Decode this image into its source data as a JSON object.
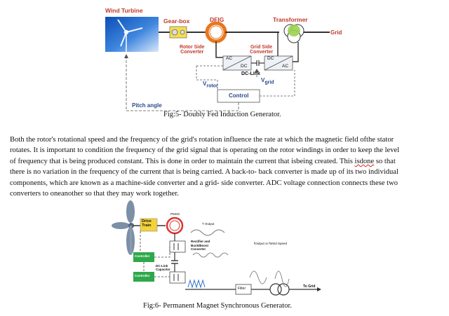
{
  "fig5": {
    "labels": {
      "wind_turbine": "Wind Turbine",
      "gearbox": "Gear-box",
      "dfig": "DFIG",
      "transformer": "Transformer",
      "grid": "Grid",
      "rotor_side_converter": [
        "Rotor Side",
        "Converter"
      ],
      "grid_side_converter": [
        "Grid Side",
        "Converter"
      ],
      "ac": "AC",
      "dc": "DC",
      "dc_link": "DC-Link",
      "v_rotor_v": "V",
      "v_rotor_sub": "rotor",
      "v_grid_v": "V",
      "v_grid_sub": "grid",
      "control": "Control",
      "pitch_angle": "Pitch angle"
    },
    "caption": "Fig:5- Doubly Fed Induction Generator."
  },
  "paragraph": {
    "lines": [
      "Both the rotor's rotational speed and the frequency of the grid's rotation influence the rate at which the magnetic field ofthe stator",
      "rotates. It is important to condition the frequency of the grid signal that is operating on the rotor windings in order to keep the level",
      "of frequency that is being produced constant. This is done in order to maintain the current that isbeing created. This ",
      "there is no variation in the frequency of the current that is being carried. A back-to- back converter is made up of its two individual",
      "components, which are known as a machine-side converter and a grid- side converter. ADC voltage connection connects these two",
      "converters to oneanother so that they may work together."
    ],
    "flagged_word": "isdone",
    "line3_tail": " so that"
  },
  "fig6": {
    "labels": {
      "drive_train": [
        "Drive",
        "Train"
      ],
      "pmsg": "PMSG",
      "t_output": "T Output",
      "rectifier": [
        "Rectifier and",
        "Buck/Boost",
        "Converter"
      ],
      "f_output": "fOutput  or  fWind Speed",
      "controller_top": "Controller",
      "dc_link_capacitor": [
        "DC-Link",
        "Capacitor"
      ],
      "controller_bottom": "Controller",
      "filter": "Filter",
      "to_grid": "To Grid"
    },
    "caption": "Fig:6- Permanent Magnet Synchronous Generator."
  },
  "colors": {
    "red_label": "#c0392b",
    "ring_orange": "#e8771e",
    "green_box": "#2ea84a",
    "yellow_box": "#f4d23a",
    "blade_blue": "#2f6fcb"
  }
}
